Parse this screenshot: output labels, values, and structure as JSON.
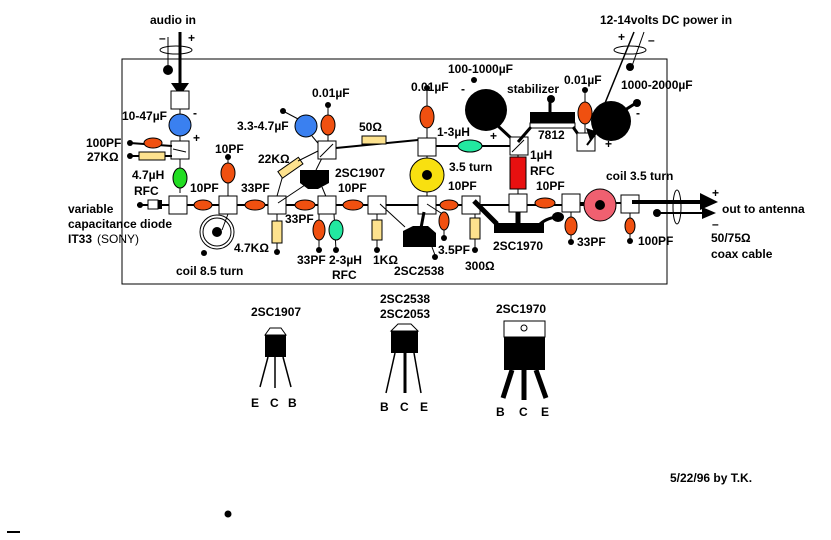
{
  "title": "FM transmitter circuit diagram",
  "colors": {
    "capacitor": "#f05010",
    "electrolytic_blue": "#3a80f0",
    "resistor": "#fde28e",
    "inductor_green": "#22dd22",
    "inductor_mint": "#22e8a0",
    "rfc_red": "#e81010",
    "coil_yellow": "#f8e010",
    "coil_pink": "#f06070",
    "black": "#000000"
  },
  "labels": {
    "audio_in": "audio in",
    "audio_minus": "–",
    "audio_plus": "+",
    "power_in": "12-14volts DC power in",
    "power_plus": "+",
    "power_minus": "–",
    "c_10_47uF": "10-47µF",
    "c_minus_1": "-",
    "c_plus_1": "+",
    "c_100pf_left": "100PF",
    "r_27k": "27KΩ",
    "l_4_7uH": "4.7µH",
    "rfc_left": "RFC",
    "varicap_1": "variable",
    "varicap_2": "capacitance diode",
    "varicap_3": "IT33",
    "varicap_3b": "(SONY)",
    "c_10pf_a": "10PF",
    "c_10pf_b": "10PF",
    "c_33pf_a": "33PF",
    "coil_8_5": "coil 8.5 turn",
    "r_4_7k": "4.7KΩ",
    "c_33pf_b": "33PF",
    "c_33pf_c": "33PF",
    "l_2_3uH": "2-3µH",
    "rfc_mid": "RFC",
    "r_22k": "22KΩ",
    "c_3_3_4_7uF": "3.3-4.7µF",
    "c_0_01uF_a": "0.01µF",
    "q_2sc1907": "2SC1907",
    "c_10pf_c": "10PF",
    "r_1k": "1KΩ",
    "r_50": "50Ω",
    "c_0_01uF_b": "0.01µF",
    "l_1_3uH": "1-3µH",
    "c_100_1000uF": "100-1000µF",
    "c_minus_2": "-",
    "c_plus_2": "+",
    "coil_3_5": "3.5 turn",
    "c_10pf_d": "10PF",
    "c_3_5pf": "3.5PF",
    "q_2sc2538": "2SC2538",
    "r_300": "300Ω",
    "stabilizer": "stabilizer",
    "reg_7812": "7812",
    "c_0_01uF_c": "0.01µF",
    "c_1000_2000uF": "1000-2000µF",
    "c_minus_3": "-",
    "c_plus_3": "+",
    "l_1uH": "1µH",
    "rfc_right": "RFC",
    "c_10pf_e": "10PF",
    "q_2sc1970": "2SC1970",
    "c_33pf_d": "33PF",
    "coil_3_5_out": "coil 3.5 turn",
    "c_100pf_right": "100PF",
    "out_to_antenna": "out to antenna",
    "out_plus": "+",
    "out_minus": "–",
    "coax_1": "50/75Ω",
    "coax_2": "coax cable"
  },
  "pinouts": [
    {
      "names": [
        "2SC1907"
      ],
      "pins": [
        "E",
        "C",
        "B"
      ]
    },
    {
      "names": [
        "2SC2538",
        "2SC2053"
      ],
      "pins": [
        "B",
        "C",
        "E"
      ]
    },
    {
      "names": [
        "2SC1970"
      ],
      "pins": [
        "B",
        "C",
        "E"
      ]
    }
  ],
  "footer": {
    "credit": "5/22/96 by T.K."
  }
}
